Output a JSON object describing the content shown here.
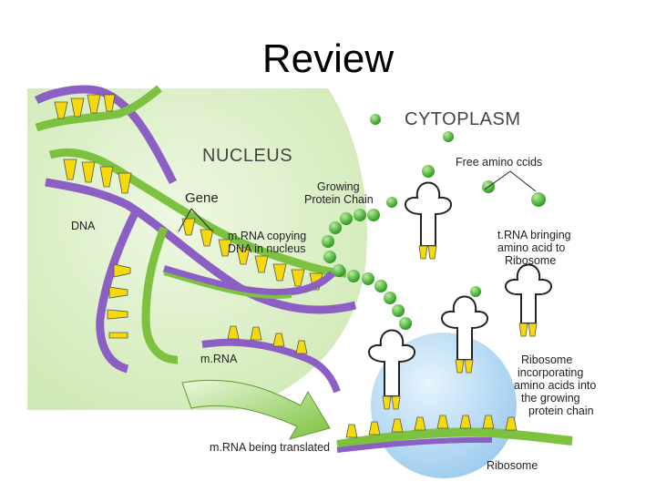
{
  "slide": {
    "title": "Review"
  },
  "diagram": {
    "labels": {
      "cytoplasm": "CYTOPLASM",
      "nucleus": "NUCLEUS",
      "gene": "Gene",
      "dna": "DNA",
      "growing_chain": [
        "Growing",
        "Protein Chain"
      ],
      "free_amino": "Free amino ccids",
      "mrna_copying": [
        "m.RNA copying",
        "DNA in nucleus"
      ],
      "trna_bringing": [
        "t.RNA bringing",
        "amino acid to",
        "Ribosome"
      ],
      "mrna": "m.RNA",
      "ribosome_incorporating": [
        "Ribosome",
        "incorporating",
        "amino acids into",
        "the growing",
        "protein chain"
      ],
      "mrna_translated": "m.RNA being translated",
      "ribosome": "Ribosome"
    },
    "colors": {
      "nucleus_fill": "#d5ecbd",
      "strand_purple": "#8b5fc4",
      "strand_green": "#7cc23f",
      "base_yellow": "#f5d90a",
      "amino_acid_green": "#3fae2a",
      "ribosome_blue": "#a9d4f2",
      "arrow_green": "#8ed14f"
    }
  }
}
